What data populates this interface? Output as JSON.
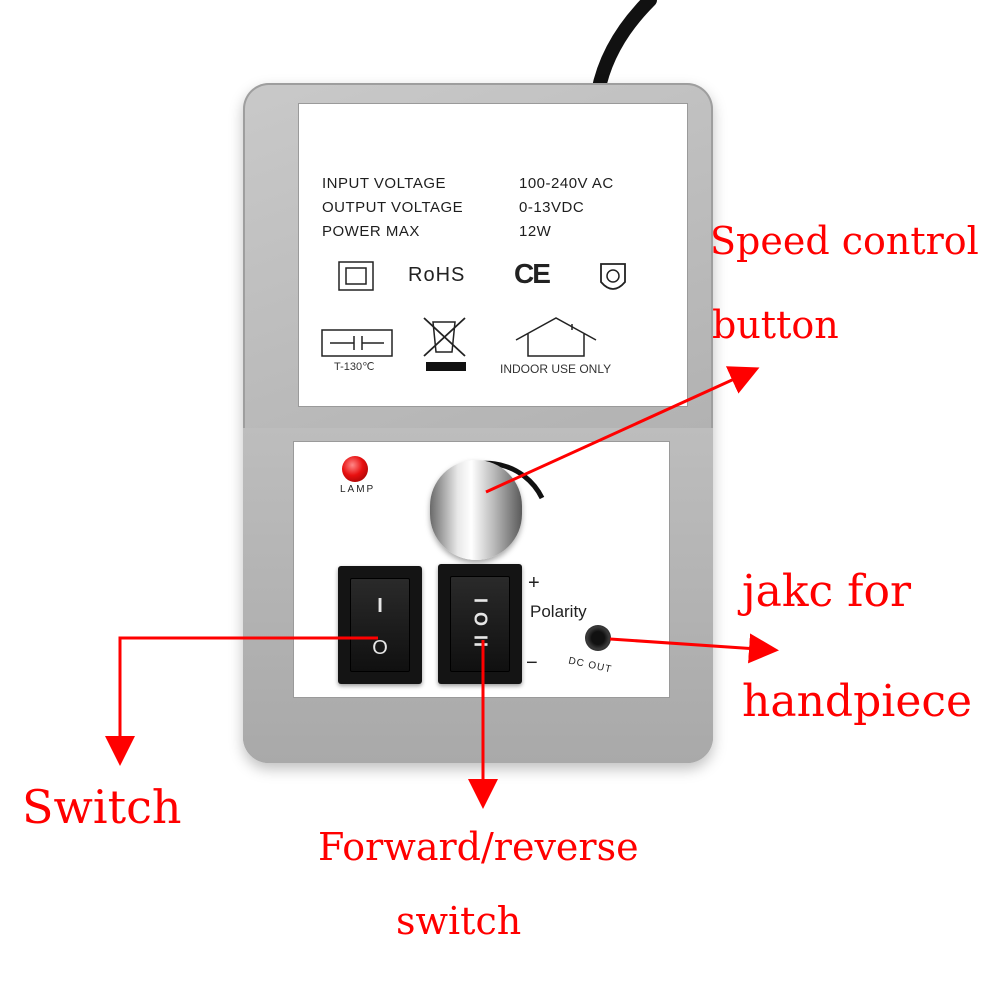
{
  "label": {
    "input_voltage_label": "INPUT VOLTAGE",
    "input_voltage_value": "100-240V AC",
    "output_voltage_label": "OUTPUT VOLTAGE",
    "output_voltage_value": "0-13VDC",
    "power_max_label": "POWER MAX",
    "power_max_value": "12W",
    "rohs": "RoHS",
    "ce": "CE",
    "thermal_fuse": "T-130℃",
    "indoor": "INDOOR USE ONLY"
  },
  "panel": {
    "lamp": "LAMP",
    "plus": "+",
    "polarity": "Polarity",
    "minus": "−",
    "dc_out": "DC OUT",
    "power_on_glyph": "I",
    "power_off_glyph": "O",
    "polarity_glyph": "I O II"
  },
  "callouts": {
    "speed_control_line1": "Speed control",
    "speed_control_line2": "button",
    "jack_line1": "jakc for",
    "jack_line2": "handpiece",
    "switch": "Switch",
    "fr_line1": "Forward/reverse",
    "fr_line2": "switch"
  },
  "colors": {
    "callout": "#ff0000",
    "device_gray": "#b4b4b4",
    "rocker_black": "#141414",
    "lamp_red": "#e81010"
  },
  "icons": [
    "cord-icon",
    "double-insulation-icon",
    "ce-mark-icon",
    "safety-mark-icon",
    "thermal-fuse-icon",
    "weee-bin-icon",
    "indoor-house-icon",
    "arrow-icon"
  ]
}
